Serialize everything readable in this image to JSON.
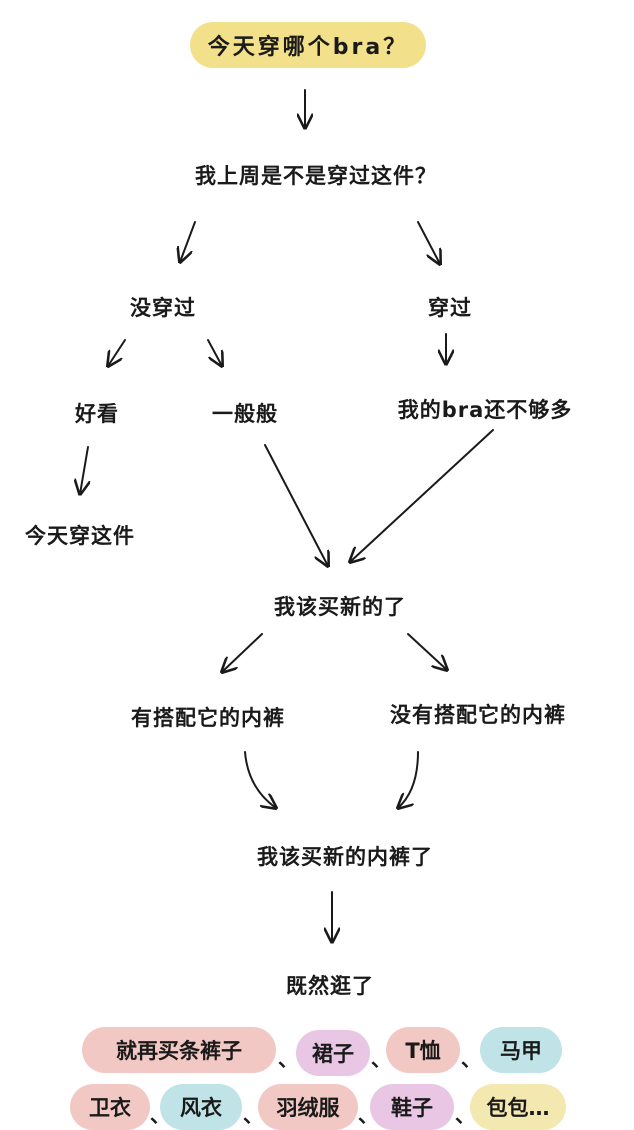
{
  "title": "今天穿哪个bra？",
  "nodes": {
    "q1": "我上周是不是穿过这件？",
    "not_worn": "没穿过",
    "worn": "穿过",
    "pretty": "好看",
    "so_so": "一般般",
    "not_enough": "我的bra还不够多",
    "wear_this": "今天穿这件",
    "buy_new": "我该买新的了",
    "has_match": "有搭配它的内裤",
    "no_match": "没有搭配它的内裤",
    "buy_panties": "我该买新的内裤了",
    "since_shopping": "既然逛了"
  },
  "separator": "、",
  "items": [
    {
      "label": "就再买条裤子",
      "color": "#f2c8c4"
    },
    {
      "label": "裙子",
      "color": "#e8c6e4"
    },
    {
      "label": "T恤",
      "color": "#f2c8c4"
    },
    {
      "label": "马甲",
      "color": "#bfe3e6"
    },
    {
      "label": "卫衣",
      "color": "#f2c8c4"
    },
    {
      "label": "风衣",
      "color": "#bfe3e6"
    },
    {
      "label": "羽绒服",
      "color": "#f2c8c4"
    },
    {
      "label": "鞋子",
      "color": "#e8c6e4"
    },
    {
      "label": "包包…",
      "color": "#f3e8b0"
    }
  ],
  "colors": {
    "title_bg": "#f3e08a",
    "text": "#1a1a1a"
  }
}
